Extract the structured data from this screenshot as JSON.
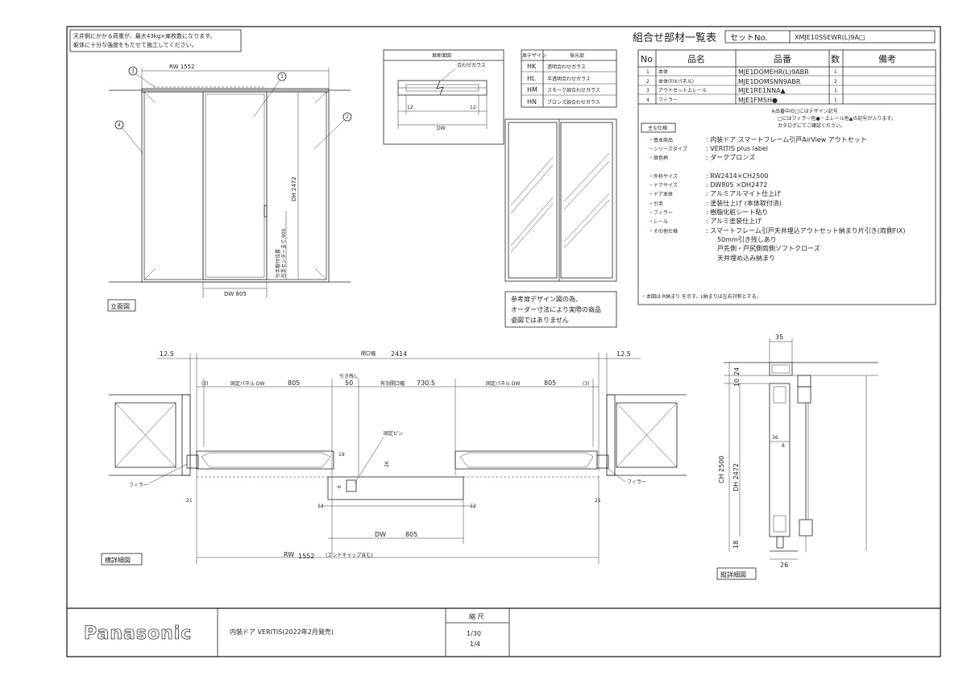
{
  "note_load": [
    "天井側にかかる荷重が、最大43kg×扉枚数になります。",
    "躯体に十分な強度をもたせて施工してください。"
  ],
  "elevation": {
    "label": "立面図",
    "rw": "RW 1552",
    "dw": "DW 805",
    "dh": "DH 2472",
    "handle_note_1": "引手取付位置",
    "handle_note_2": "引手センターまで 900",
    "callouts": [
      "1",
      "2",
      "3",
      "4"
    ]
  },
  "section_detail": {
    "title": "扉断面図",
    "glass": "合わせガラス",
    "dim_left": "12",
    "dim_right": "12",
    "dw": "DW"
  },
  "design_table": {
    "headers": [
      "扉デザイン",
      "採光部"
    ],
    "rows": [
      [
        "HK",
        "透明合わせガラス"
      ],
      [
        "HL",
        "半透明合わせガラス"
      ],
      [
        "HM",
        "スモーク調合わせガラス"
      ],
      [
        "HN",
        "ブロンズ調合わせガラス"
      ]
    ]
  },
  "reference_note": [
    "参考扉デザイン図の為、",
    "オーダー寸法により実際の商品",
    "姿図ではありません"
  ],
  "parts": {
    "title": "組合せ部材一覧表",
    "set_label": "セットNo.",
    "set_no": "XMJE10SSEWR(L)9A□",
    "headers": [
      "No",
      "品名",
      "品番",
      "数",
      "備考"
    ],
    "rows": [
      [
        "1",
        "本体",
        "MJE1DOMEHR(L)9ABR",
        "1",
        ""
      ],
      [
        "2",
        "本体(FIXパネル)",
        "MJE1DOMSNN9ABR",
        "2",
        ""
      ],
      [
        "3",
        "アウトセット上レール",
        "MJE1RE1NNA▲",
        "1",
        ""
      ],
      [
        "4",
        "フィラー",
        "MJE1FM5H●",
        "1",
        ""
      ]
    ],
    "footnote_1": "※品番中の□にはデザイン記号",
    "footnote_2": "□にはフィラー色●・上レール色▲の記号が入ります。",
    "footnote_3": "カタログにてご確認ください。",
    "spec_title": "主な仕様",
    "specs": [
      [
        "・基本商品",
        ": 内装ドア スマートフレーム引戸AirView アウトセット"
      ],
      [
        "・シリーズタイプ",
        ": VERITIS plus label"
      ],
      [
        "・扉色柄",
        ": ダークブロンズ"
      ],
      [
        "・外枠サイズ",
        ": RW2414×CH2500"
      ],
      [
        "・ドアサイズ",
        ": DW805 ×DH2472"
      ],
      [
        "・ドア本体",
        ": アルミアルマイト仕上げ"
      ],
      [
        "・引手",
        ": 塗装仕上げ (本体取付済)"
      ],
      [
        "・フィラー",
        ": 樹脂化粧シート貼り"
      ],
      [
        "・レール",
        ": アルミ塗装仕上げ"
      ],
      [
        "・その他仕様",
        ": スマートフレーム引戸天井埋込アウトセット納まり片引き(両側FIX)"
      ],
      [
        "",
        "50mm引き残しあり"
      ],
      [
        "",
        "戸先側・戸尻側両側ソフトクローズ"
      ],
      [
        "",
        "天井埋め込み納まり"
      ]
    ],
    "bottom_note": "・本図は R納まり を示す。L納まりは左右対称とする。"
  },
  "plan": {
    "label": "横詳細図",
    "d_12_5_left": "12.5",
    "d_12_5_right": "12.5",
    "opening_label": "開口幅",
    "opening": "2414",
    "left_paren": "(3)",
    "right_paren": "(3)",
    "fixed_left_label": "固定パネル DW",
    "fixed_left": "805",
    "pull_label": "引き残し",
    "pull": "50",
    "effective_label": "有効開口幅",
    "effective": "730.5",
    "fixed_right_label": "固定パネル DW",
    "fixed_right": "805",
    "pin": "固定ピン",
    "d19": "19",
    "d26": "26",
    "d6": "6",
    "d21_left": "21",
    "d21_right": "21",
    "d12_left": "12",
    "d12_right": "12",
    "filler_left": "フィラー",
    "filler_right": "フィラー",
    "dw": "DW",
    "dw_val": "805",
    "rw": "RW",
    "rw_val": "1552",
    "rw_note": "(エンドキャップ含む)"
  },
  "vertical": {
    "label": "縦詳細図",
    "d35": "35",
    "d24": "24",
    "d10": "10",
    "d36": "36",
    "d8": "8",
    "ch": "CH 2500",
    "dh": "DH 2472",
    "d18": "18",
    "d26": "26"
  },
  "title_block": {
    "brand": "Panasonic",
    "product": "内装ドア VERITIS(2022年2月発売)",
    "scale_label": "縮 尺",
    "scale_1": "1/30",
    "scale_2": "1/4"
  }
}
